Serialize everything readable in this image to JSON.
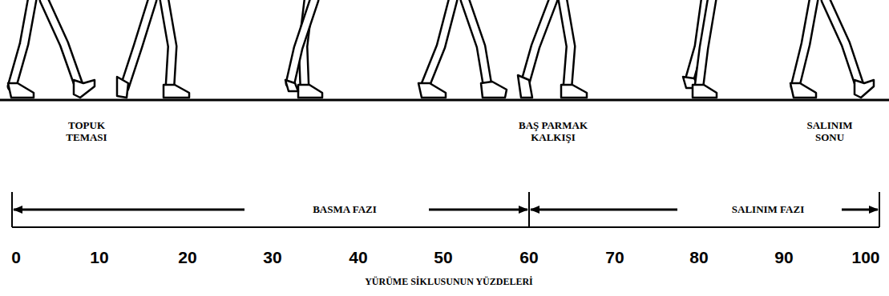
{
  "diagram": {
    "labels": [
      "TOPUK TEMASI",
      "BAŞ PARMAK KALKIŞI",
      "SALINIM SONU",
      "BASMA FAZI",
      "SALINIM FAZI",
      "0",
      "10",
      "20",
      "30",
      "40",
      "50",
      "60",
      "70",
      "80",
      "90",
      "100",
      "YÜRÜME SİKLUSUNUN YÜZDELERİ"
    ]
  }
}
